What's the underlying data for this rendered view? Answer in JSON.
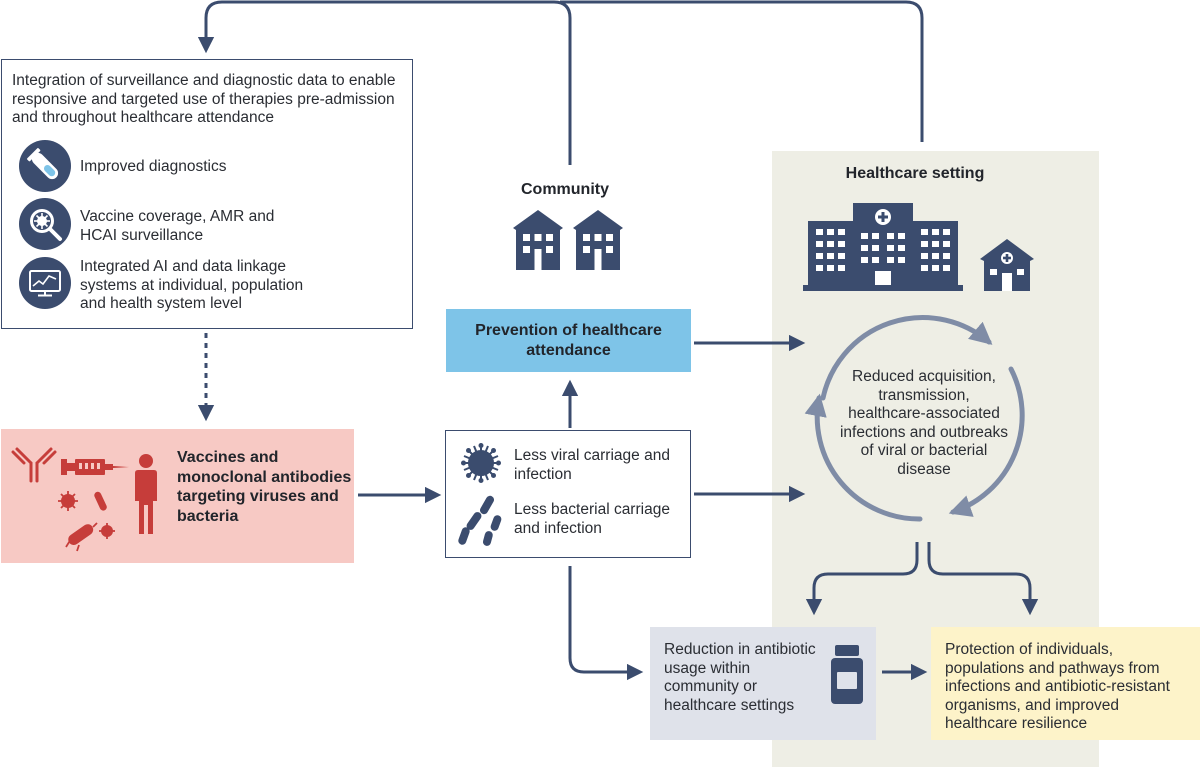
{
  "surveillance_box": {
    "heading": "Integration of surveillance and diagnostic data to enable responsive and targeted use of therapies pre-admission and throughout healthcare attendance",
    "items": [
      {
        "icon": "test-tube-icon",
        "label": "Improved diagnostics"
      },
      {
        "icon": "pathogen-magnifier-icon",
        "label": "Vaccine coverage, AMR and HCAI surveillance"
      },
      {
        "icon": "monitor-chart-icon",
        "label": "Integrated AI and data linkage systems at individual, population and health system level"
      }
    ]
  },
  "community": {
    "title": "Community",
    "icon": "houses-icon"
  },
  "healthcare_setting": {
    "title": "Healthcare setting",
    "icon": "hospital-icon"
  },
  "vaccines_box": {
    "label": "Vaccines and monoclonal antibodies targeting viruses and bacteria",
    "icons": [
      "antibody-icon",
      "syringe-icon",
      "person-icon",
      "bacteria-icon",
      "virus-icon"
    ]
  },
  "prevention_box": {
    "label": "Prevention of healthcare attendance"
  },
  "carriage_box": {
    "items": [
      {
        "icon": "virus-icon",
        "label": "Less viral carriage and infection"
      },
      {
        "icon": "bacteria-rods-icon",
        "label": "Less bacterial carriage and infection"
      }
    ]
  },
  "cycle": {
    "label": "Reduced acquisition, transmission, healthcare-associated infections and outbreaks of viral or bacterial disease"
  },
  "antibiotic_box": {
    "label": "Reduction in antibiotic usage within community or healthcare settings",
    "icon": "medicine-bottle-icon"
  },
  "protection_box": {
    "label": "Protection of individuals, populations and pathways from infections and antibiotic-resistant organisms, and improved healthcare resilience"
  },
  "colors": {
    "navy": "#3b4c6e",
    "vaccine_bg": "#f7c9c4",
    "vaccine_red": "#c63d3a",
    "prevention_bg": "#7ec4e8",
    "healthcare_bg": "#eeeee5",
    "antibiotic_bg": "#dfe2ea",
    "protection_bg": "#fdf3c9",
    "cycle_arrow": "#7f8ca6"
  }
}
